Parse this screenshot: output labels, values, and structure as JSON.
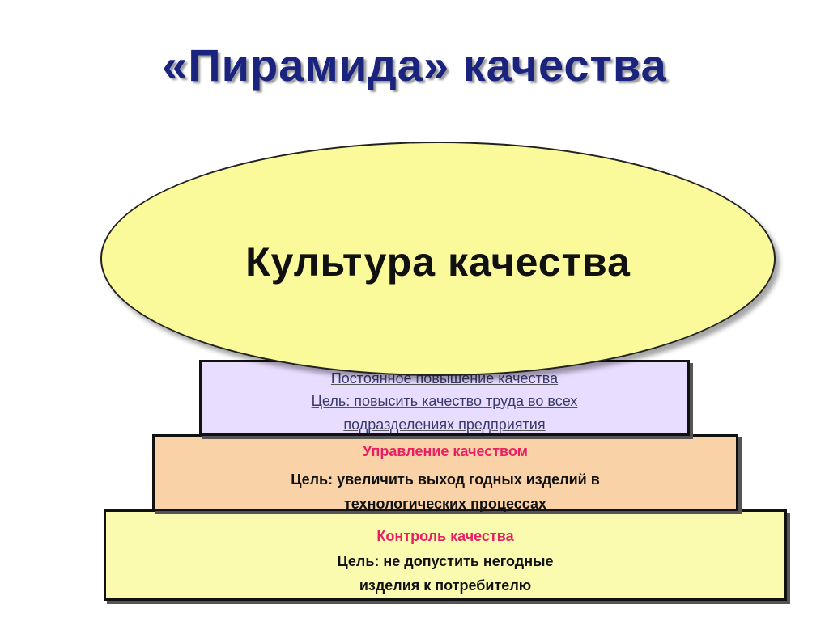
{
  "title": "«Пирамида» качества",
  "levels": {
    "top": {
      "lines": [
        "Постоянное повышение качества",
        "Цель: повысить качество труда во всех",
        "подразделениях предприятия"
      ]
    },
    "middle": {
      "heading": "Управление качеством",
      "goal": "Цель: увеличить выход годных изделий в технологических процессах"
    },
    "bottom": {
      "heading": "Контроль качества",
      "goal": "Цель: не допустить негодные изделия к потребителю"
    }
  },
  "ellipse": {
    "label": "Культура качества"
  },
  "colors": {
    "title": "#1a237e",
    "heading_accent": "#e91e63",
    "ellipse_fill": "#fafa9a",
    "top_fill": "#e9ddff",
    "middle_fill": "#fad2a8",
    "bottom_fill": "#fbfbb0"
  }
}
